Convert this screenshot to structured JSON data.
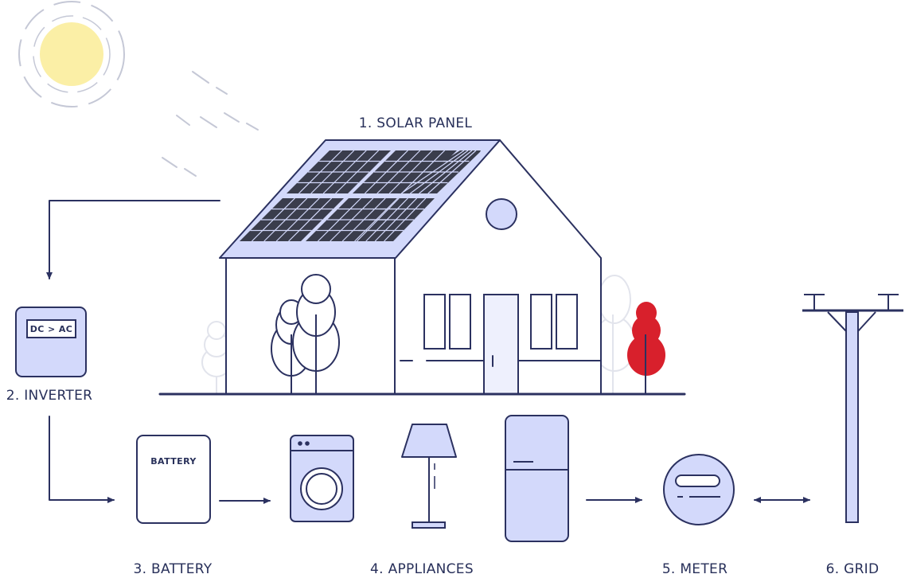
{
  "diagram": {
    "labels": {
      "solar_panel": "1. SOLAR PANEL",
      "inverter": "2. INVERTER",
      "battery": "3. BATTERY",
      "appliances": "4. APPLIANCES",
      "meter": "5. METER",
      "grid": "6. GRID"
    },
    "inverter_text": "DC > AC",
    "battery_text": "BATTERY"
  },
  "colors": {
    "stroke": "#2b3160",
    "light_fill": "#d3d9fb",
    "panel_cell": "#3a3d4c",
    "sun": "#fbefa6",
    "tree_red": "#d8202c",
    "tree_faded": "#e2e4ec",
    "sun_ray": "#c5c8d6"
  }
}
